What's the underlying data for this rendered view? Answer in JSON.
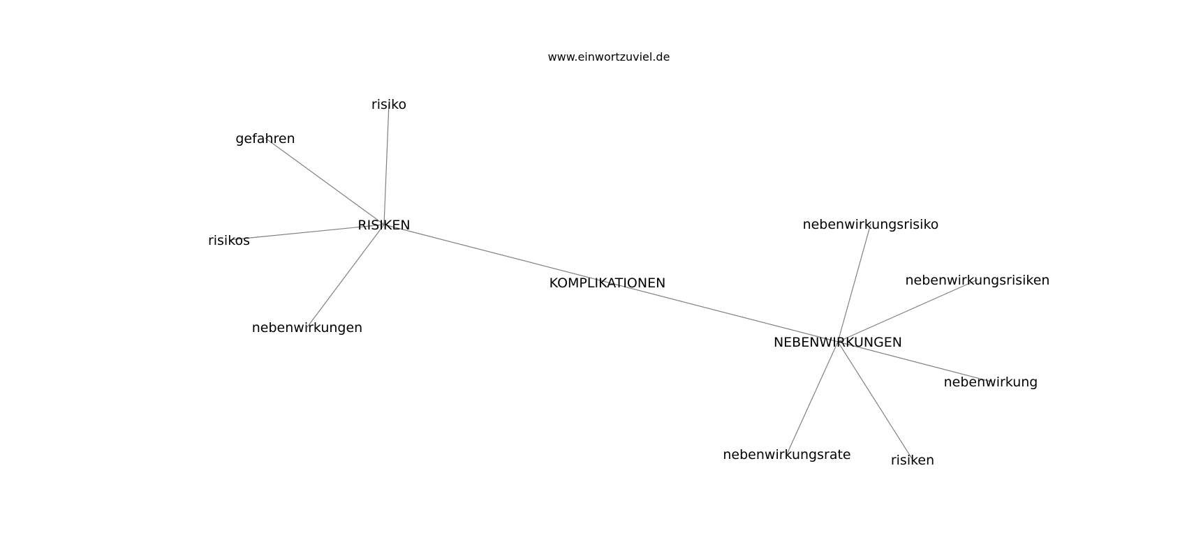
{
  "diagram": {
    "type": "word-network",
    "website": "www.einwortzuviel.de",
    "nodes": [
      {
        "id": "komplikationen",
        "label": "KOMPLIKATIONEN"
      },
      {
        "id": "risiken_hub",
        "label": "RISIKEN"
      },
      {
        "id": "nebenwirkungen_hub",
        "label": "NEBENWIRKUNGEN"
      },
      {
        "id": "risiko",
        "label": "risiko"
      },
      {
        "id": "gefahren",
        "label": "gefahren"
      },
      {
        "id": "risikos",
        "label": "risikos"
      },
      {
        "id": "nebenwirkungen",
        "label": "nebenwirkungen"
      },
      {
        "id": "nebenwirkungsrisiko",
        "label": "nebenwirkungsrisiko"
      },
      {
        "id": "nebenwirkungsrisiken",
        "label": "nebenwirkungsrisiken"
      },
      {
        "id": "nebenwirkung",
        "label": "nebenwirkung"
      },
      {
        "id": "nebenwirkungsrate",
        "label": "nebenwirkungsrate"
      },
      {
        "id": "risiken",
        "label": "risiken"
      }
    ],
    "edges": [
      [
        "risiken_hub",
        "nebenwirkungen_hub"
      ],
      [
        "risiken_hub",
        "risiko"
      ],
      [
        "risiken_hub",
        "gefahren"
      ],
      [
        "risiken_hub",
        "risikos"
      ],
      [
        "risiken_hub",
        "nebenwirkungen"
      ],
      [
        "nebenwirkungen_hub",
        "nebenwirkungsrisiko"
      ],
      [
        "nebenwirkungen_hub",
        "nebenwirkungsrisiken"
      ],
      [
        "nebenwirkungen_hub",
        "nebenwirkung"
      ],
      [
        "nebenwirkungen_hub",
        "nebenwirkungsrate"
      ],
      [
        "nebenwirkungen_hub",
        "risiken"
      ]
    ]
  }
}
